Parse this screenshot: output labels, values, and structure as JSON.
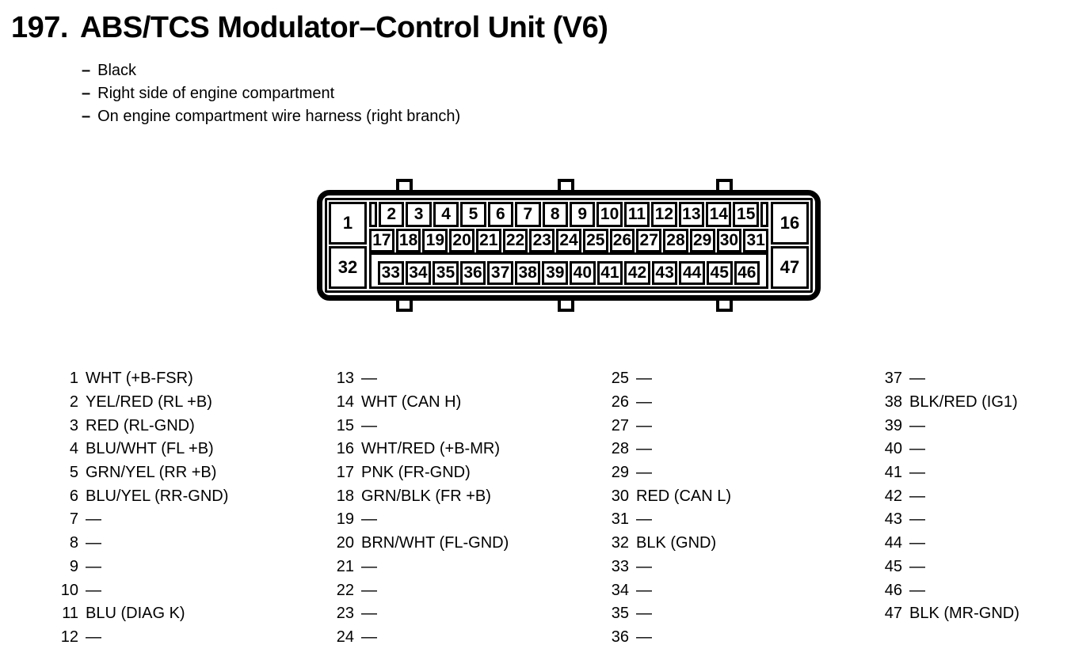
{
  "header": {
    "number": "197.",
    "title": "ABS/TCS Modulator–Control Unit (V6)",
    "note_dash": "–",
    "notes": [
      "Black",
      "Right side of engine compartment",
      "On engine compartment wire harness (right branch)"
    ]
  },
  "connector": {
    "pin_1": "1",
    "pin_16": "16",
    "pin_32": "32",
    "pin_47": "47",
    "row_top": [
      "2",
      "3",
      "4",
      "5",
      "6",
      "7",
      "8",
      "9",
      "10",
      "11",
      "12",
      "13",
      "14",
      "15"
    ],
    "row_middle": [
      "17",
      "18",
      "19",
      "20",
      "21",
      "22",
      "23",
      "24",
      "25",
      "26",
      "27",
      "28",
      "29",
      "30",
      "31"
    ],
    "row_bottom": [
      "33",
      "34",
      "35",
      "36",
      "37",
      "38",
      "39",
      "40",
      "41",
      "42",
      "43",
      "44",
      "45",
      "46"
    ]
  },
  "pin_list": {
    "columns": [
      {
        "items": [
          {
            "num": "1",
            "label": "WHT (+B-FSR)"
          },
          {
            "num": "2",
            "label": "YEL/RED (RL +B)"
          },
          {
            "num": "3",
            "label": "RED (RL-GND)"
          },
          {
            "num": "4",
            "label": "BLU/WHT (FL +B)"
          },
          {
            "num": "5",
            "label": "GRN/YEL (RR +B)"
          },
          {
            "num": "6",
            "label": "BLU/YEL (RR-GND)"
          },
          {
            "num": "7",
            "label": "—"
          },
          {
            "num": "8",
            "label": "—"
          },
          {
            "num": "9",
            "label": "—"
          },
          {
            "num": "10",
            "label": "—"
          },
          {
            "num": "11",
            "label": "BLU (DIAG K)"
          },
          {
            "num": "12",
            "label": "—"
          }
        ]
      },
      {
        "items": [
          {
            "num": "13",
            "label": "—"
          },
          {
            "num": "14",
            "label": "WHT (CAN H)"
          },
          {
            "num": "15",
            "label": "—"
          },
          {
            "num": "16",
            "label": "WHT/RED (+B-MR)"
          },
          {
            "num": "17",
            "label": "PNK (FR-GND)"
          },
          {
            "num": "18",
            "label": "GRN/BLK (FR +B)"
          },
          {
            "num": "19",
            "label": "—"
          },
          {
            "num": "20",
            "label": "BRN/WHT (FL-GND)"
          },
          {
            "num": "21",
            "label": "—"
          },
          {
            "num": "22",
            "label": "—"
          },
          {
            "num": "23",
            "label": "—"
          },
          {
            "num": "24",
            "label": "—"
          }
        ]
      },
      {
        "items": [
          {
            "num": "25",
            "label": "—"
          },
          {
            "num": "26",
            "label": "—"
          },
          {
            "num": "27",
            "label": "—"
          },
          {
            "num": "28",
            "label": "—"
          },
          {
            "num": "29",
            "label": "—"
          },
          {
            "num": "30",
            "label": "RED (CAN L)"
          },
          {
            "num": "31",
            "label": "—"
          },
          {
            "num": "32",
            "label": "BLK (GND)"
          },
          {
            "num": "33",
            "label": "—"
          },
          {
            "num": "34",
            "label": "—"
          },
          {
            "num": "35",
            "label": "—"
          },
          {
            "num": "36",
            "label": "—"
          }
        ]
      },
      {
        "items": [
          {
            "num": "37",
            "label": "—"
          },
          {
            "num": "38",
            "label": "BLK/RED (IG1)"
          },
          {
            "num": "39",
            "label": "—"
          },
          {
            "num": "40",
            "label": "—"
          },
          {
            "num": "41",
            "label": "—"
          },
          {
            "num": "42",
            "label": "—"
          },
          {
            "num": "43",
            "label": "—"
          },
          {
            "num": "44",
            "label": "—"
          },
          {
            "num": "45",
            "label": "—"
          },
          {
            "num": "46",
            "label": "—"
          },
          {
            "num": "47",
            "label": "BLK (MR-GND)"
          }
        ]
      }
    ]
  }
}
